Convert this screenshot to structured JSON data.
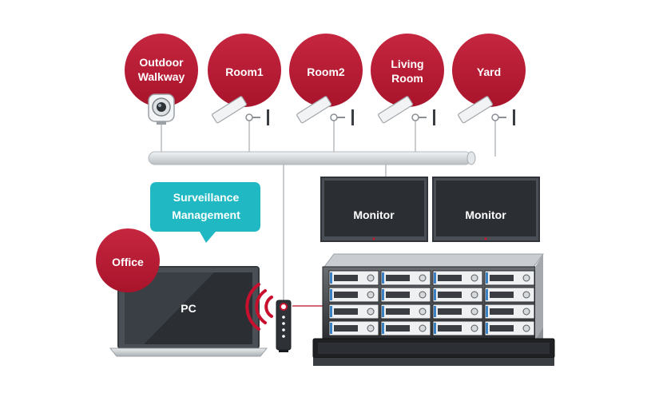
{
  "locations": [
    {
      "id": "outdoor-walkway",
      "line1": "Outdoor",
      "line2": "Walkway",
      "device": "dome-camera"
    },
    {
      "id": "room1",
      "line1": "Room1",
      "line2": "",
      "device": "bullet-camera"
    },
    {
      "id": "room2",
      "line1": "Room2",
      "line2": "",
      "device": "bullet-camera"
    },
    {
      "id": "living-room",
      "line1": "Living",
      "line2": "Room",
      "device": "bullet-camera"
    },
    {
      "id": "yard",
      "line1": "Yard",
      "line2": "",
      "device": "bullet-camera"
    }
  ],
  "callout": {
    "line1": "Surveillance",
    "line2": "Management"
  },
  "office": {
    "label": "Office"
  },
  "pc": {
    "label": "PC"
  },
  "monitors": [
    {
      "label": "Monitor"
    },
    {
      "label": "Monitor"
    }
  ],
  "colors": {
    "bubble": "#bf1e37",
    "callout": "#1fb8c3",
    "screen": "#2b2f34",
    "network": "#d7dbde",
    "wifi": "#c8102e"
  }
}
